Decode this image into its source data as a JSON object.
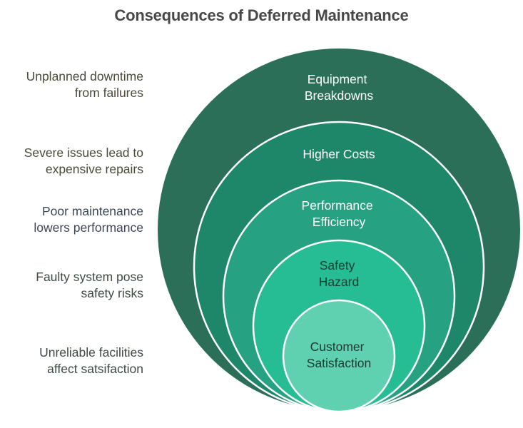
{
  "title": "Consequences of Deferred Maintenance",
  "layers": [
    {
      "id": "equipment-breakdowns",
      "label_lines": [
        "Equipment",
        "Breakdowns"
      ],
      "description_lines": [
        "Unplanned downtime",
        "from failures"
      ],
      "fill": "#2b6f59",
      "text_color": "#ffffff",
      "description_color": "#4a4a38"
    },
    {
      "id": "higher-costs",
      "label_lines": [
        "Higher Costs"
      ],
      "description_lines": [
        "Severe issues lead to",
        "expensive repairs"
      ],
      "fill": "#1f8769",
      "text_color": "#ffffff",
      "description_color": "#4a4a38"
    },
    {
      "id": "performance-efficiency",
      "label_lines": [
        "Performance",
        "Efficiency"
      ],
      "description_lines": [
        "Poor maintenance",
        "lowers performance"
      ],
      "fill": "#26a283",
      "text_color": "#ffffff",
      "description_color": "#3c4756"
    },
    {
      "id": "safety-hazard",
      "label_lines": [
        "Safety",
        "Hazard"
      ],
      "description_lines": [
        "Faulty system pose",
        "safety risks"
      ],
      "fill": "#27bd94",
      "text_color": "#1e3a32",
      "description_color": "#3d4b42"
    },
    {
      "id": "customer-satisfaction",
      "label_lines": [
        "Customer",
        "Satisfaction"
      ],
      "description_lines": [
        "Unreliable facilities",
        "affect satsifaction"
      ],
      "fill": "#5fd1b0",
      "text_color": "#1e3a32",
      "description_color": "#3d4b42"
    }
  ],
  "ring_stroke_color": "#ffffff"
}
